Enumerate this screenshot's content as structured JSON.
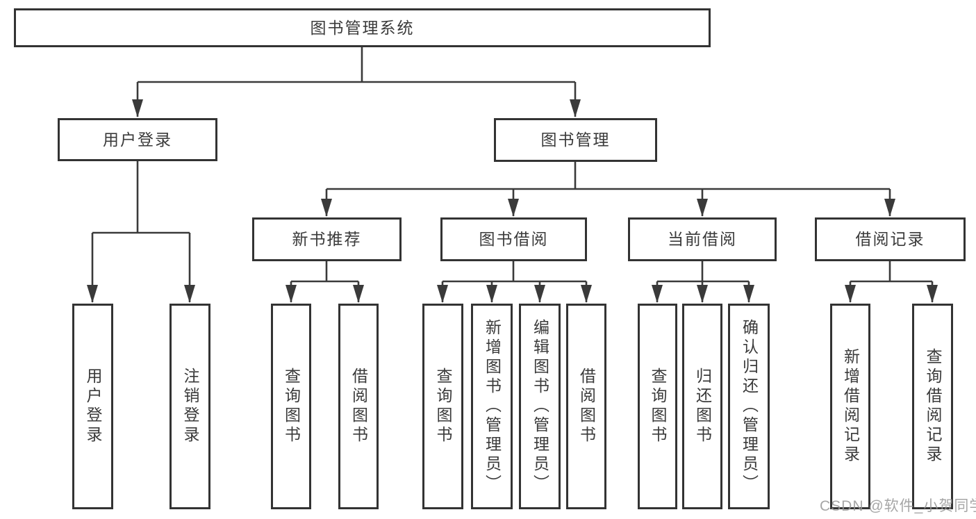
{
  "diagram": {
    "root": {
      "label": "图书管理系统"
    },
    "user_login": {
      "label": "用户登录",
      "children": [
        {
          "label": "用户登录"
        },
        {
          "label": "注销登录"
        }
      ]
    },
    "book_mgmt": {
      "label": "图书管理"
    },
    "modules": [
      {
        "label": "新书推荐",
        "children": [
          {
            "label": "查询图书"
          },
          {
            "label": "借阅图书"
          }
        ]
      },
      {
        "label": "图书借阅",
        "children": [
          {
            "label": "查询图书"
          },
          {
            "label": "新增图书（管理员）"
          },
          {
            "label": "编辑图书（管理员）"
          },
          {
            "label": "借阅图书"
          }
        ]
      },
      {
        "label": "当前借阅",
        "children": [
          {
            "label": "查询图书"
          },
          {
            "label": "归还图书"
          },
          {
            "label": "确认归还（管理员）"
          }
        ]
      },
      {
        "label": "借阅记录",
        "children": [
          {
            "label": "新增借阅记录"
          },
          {
            "label": "查询借阅记录"
          }
        ]
      }
    ],
    "watermark": "CSDN @软件_小贺同学",
    "colors": {
      "line": "#3a3a3a",
      "box_border": "#333333",
      "text": "#3a3a3a",
      "watermark": "#969696",
      "background": "#ffffff"
    }
  }
}
